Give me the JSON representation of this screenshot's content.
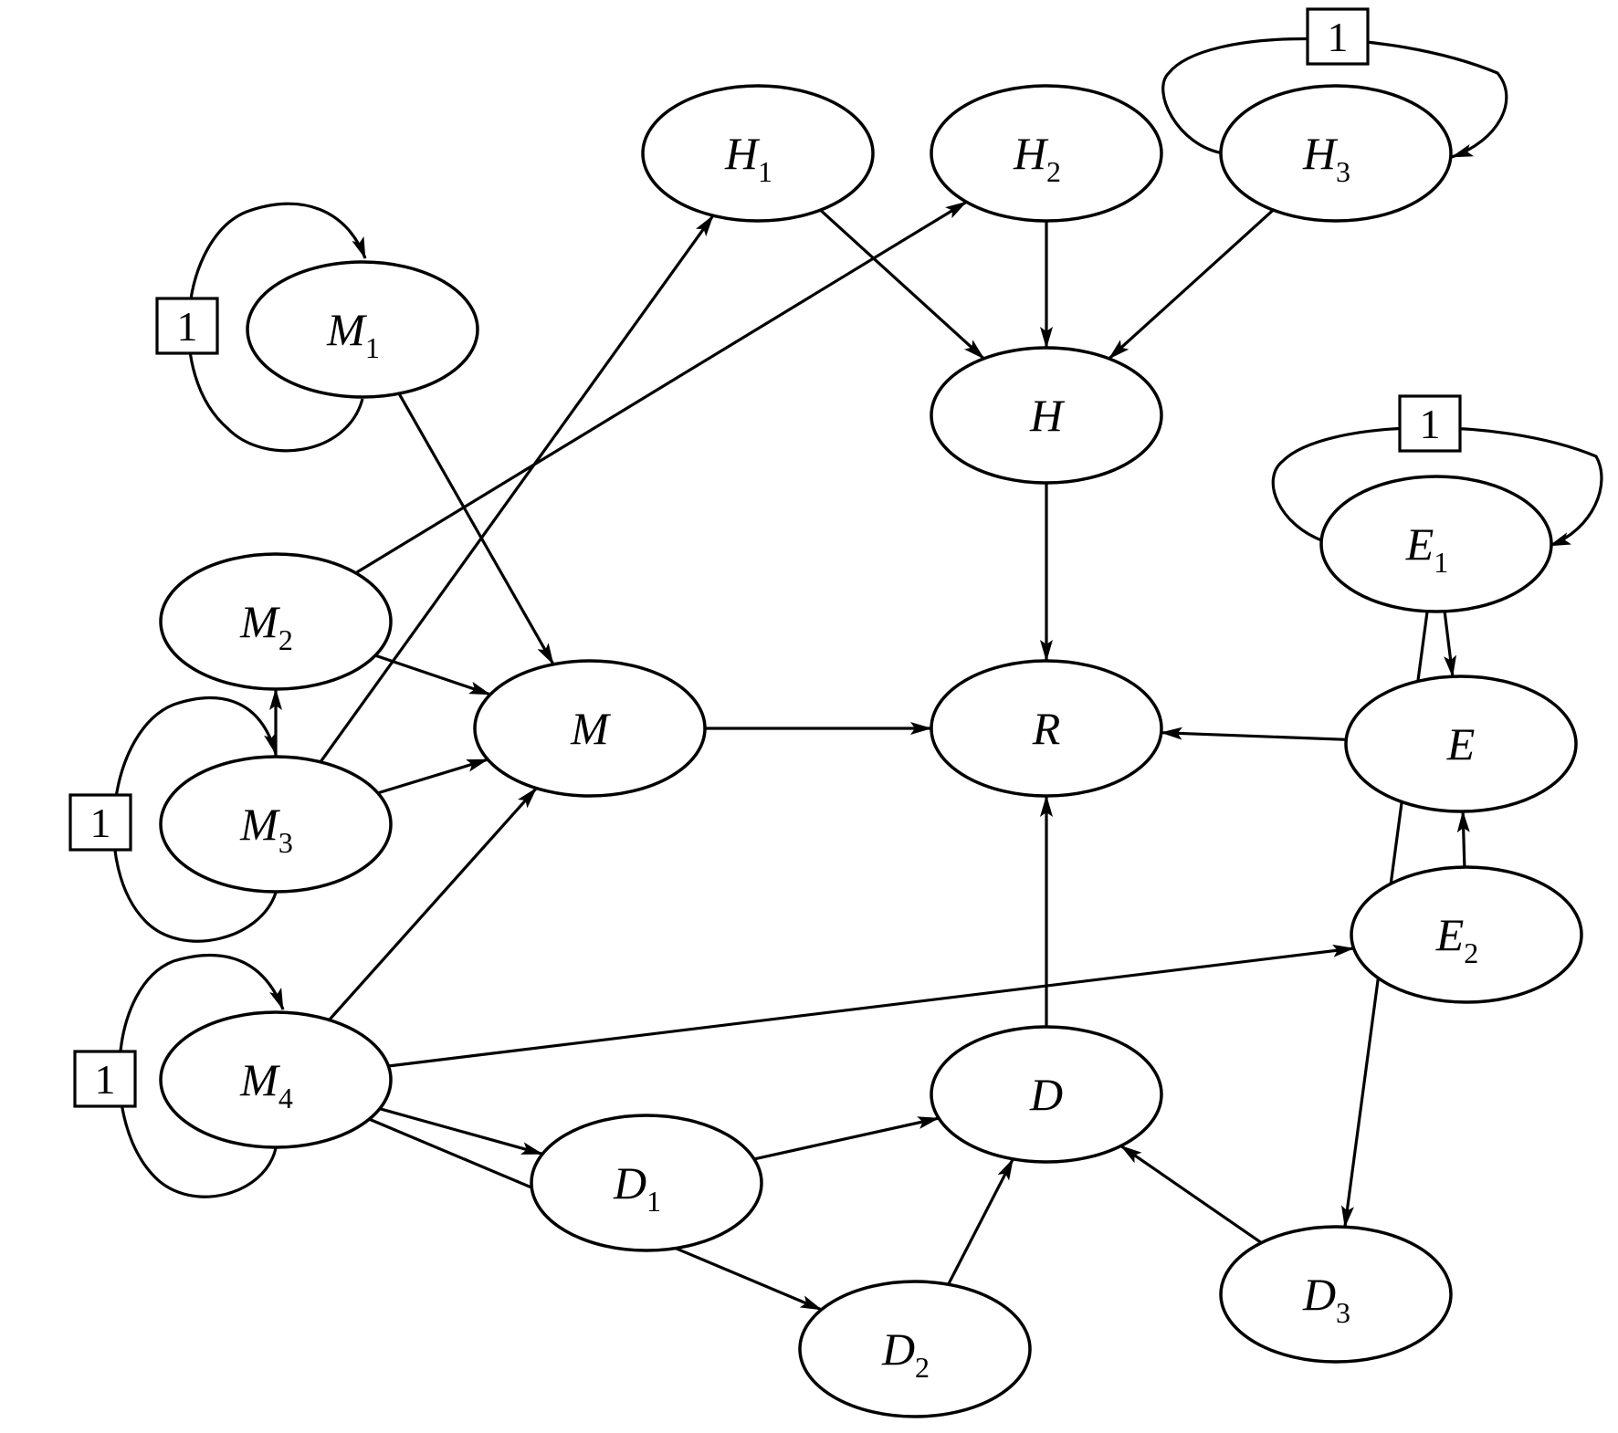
{
  "diagram": {
    "nodes": [
      {
        "id": "H1",
        "letter": "H",
        "sub": "1"
      },
      {
        "id": "H2",
        "letter": "H",
        "sub": "2"
      },
      {
        "id": "H3",
        "letter": "H",
        "sub": "3"
      },
      {
        "id": "H",
        "letter": "H",
        "sub": ""
      },
      {
        "id": "M1",
        "letter": "M",
        "sub": "1"
      },
      {
        "id": "M2",
        "letter": "M",
        "sub": "2"
      },
      {
        "id": "M3",
        "letter": "M",
        "sub": "3"
      },
      {
        "id": "M4",
        "letter": "M",
        "sub": "4"
      },
      {
        "id": "M",
        "letter": "M",
        "sub": ""
      },
      {
        "id": "R",
        "letter": "R",
        "sub": ""
      },
      {
        "id": "E1",
        "letter": "E",
        "sub": "1"
      },
      {
        "id": "E",
        "letter": "E",
        "sub": ""
      },
      {
        "id": "E2",
        "letter": "E",
        "sub": "2"
      },
      {
        "id": "D",
        "letter": "D",
        "sub": ""
      },
      {
        "id": "D1",
        "letter": "D",
        "sub": "1"
      },
      {
        "id": "D2",
        "letter": "D",
        "sub": "2"
      },
      {
        "id": "D3",
        "letter": "D",
        "sub": "3"
      }
    ],
    "edges": [
      {
        "from": "M1",
        "to": "M"
      },
      {
        "from": "M2",
        "to": "M"
      },
      {
        "from": "M2",
        "to": "H2"
      },
      {
        "from": "M3",
        "to": "M2"
      },
      {
        "from": "M3",
        "to": "M"
      },
      {
        "from": "M3",
        "to": "H1"
      },
      {
        "from": "M4",
        "to": "M"
      },
      {
        "from": "M4",
        "to": "E2"
      },
      {
        "from": "M4",
        "to": "D1"
      },
      {
        "from": "M4",
        "to": "D2"
      },
      {
        "from": "H1",
        "to": "H"
      },
      {
        "from": "H2",
        "to": "H"
      },
      {
        "from": "H3",
        "to": "H"
      },
      {
        "from": "H",
        "to": "R"
      },
      {
        "from": "M",
        "to": "R"
      },
      {
        "from": "E",
        "to": "R"
      },
      {
        "from": "E1",
        "to": "E"
      },
      {
        "from": "E1",
        "to": "D3"
      },
      {
        "from": "E2",
        "to": "E"
      },
      {
        "from": "D",
        "to": "R"
      },
      {
        "from": "D1",
        "to": "D"
      },
      {
        "from": "D2",
        "to": "D"
      },
      {
        "from": "D3",
        "to": "D"
      }
    ],
    "self_loops": [
      {
        "node": "M1",
        "weight": "1"
      },
      {
        "node": "M3",
        "weight": "1"
      },
      {
        "node": "M4",
        "weight": "1"
      },
      {
        "node": "H3",
        "weight": "1"
      },
      {
        "node": "E1",
        "weight": "1"
      }
    ]
  }
}
